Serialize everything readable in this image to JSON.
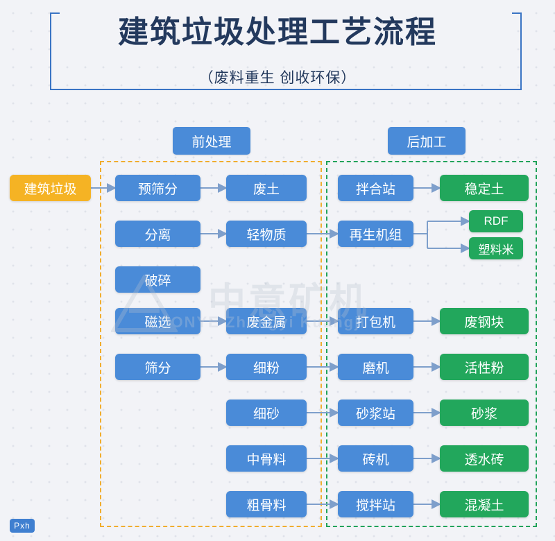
{
  "header": {
    "title": "建筑垃圾处理工艺流程",
    "subtitle": "（废料重生  创收环保）"
  },
  "watermark": {
    "cn": "中意矿机",
    "en": "ZOONYE  Zhongyi Kuangji"
  },
  "badge": {
    "label": "Pxh"
  },
  "sections": {
    "pre": {
      "label": "前处理"
    },
    "post": {
      "label": "后加工"
    }
  },
  "nodes": {
    "source": {
      "label": "建筑垃圾"
    },
    "pre_col1": [
      {
        "label": "预筛分"
      },
      {
        "label": "分离"
      },
      {
        "label": "破碎"
      },
      {
        "label": "磁选"
      },
      {
        "label": "筛分"
      }
    ],
    "pre_col2": [
      {
        "label": "废土"
      },
      {
        "label": "轻物质"
      },
      {
        "label": "废金属"
      },
      {
        "label": "细粉"
      },
      {
        "label": "细砂"
      },
      {
        "label": "中骨料"
      },
      {
        "label": "粗骨料"
      }
    ],
    "post_col1": [
      {
        "label": "拌合站"
      },
      {
        "label": "再生机组"
      },
      {
        "label": "打包机"
      },
      {
        "label": "磨机"
      },
      {
        "label": "砂浆站"
      },
      {
        "label": "砖机"
      },
      {
        "label": "搅拌站"
      }
    ],
    "post_col2": [
      {
        "label": "稳定土"
      },
      {
        "label": "RDF"
      },
      {
        "label": "塑料米"
      },
      {
        "label": "废钢块"
      },
      {
        "label": "活性粉"
      },
      {
        "label": "砂浆"
      },
      {
        "label": "透水砖"
      },
      {
        "label": "混凝土"
      }
    ]
  },
  "colors": {
    "blue": "#4a8bd8",
    "green": "#22a75c",
    "orange": "#f5b324",
    "title": "#23395d",
    "frame": "#3a74c4",
    "dash_pre": "#f0ad2e",
    "dash_post": "#21a35a",
    "background": "#f2f3f7"
  }
}
